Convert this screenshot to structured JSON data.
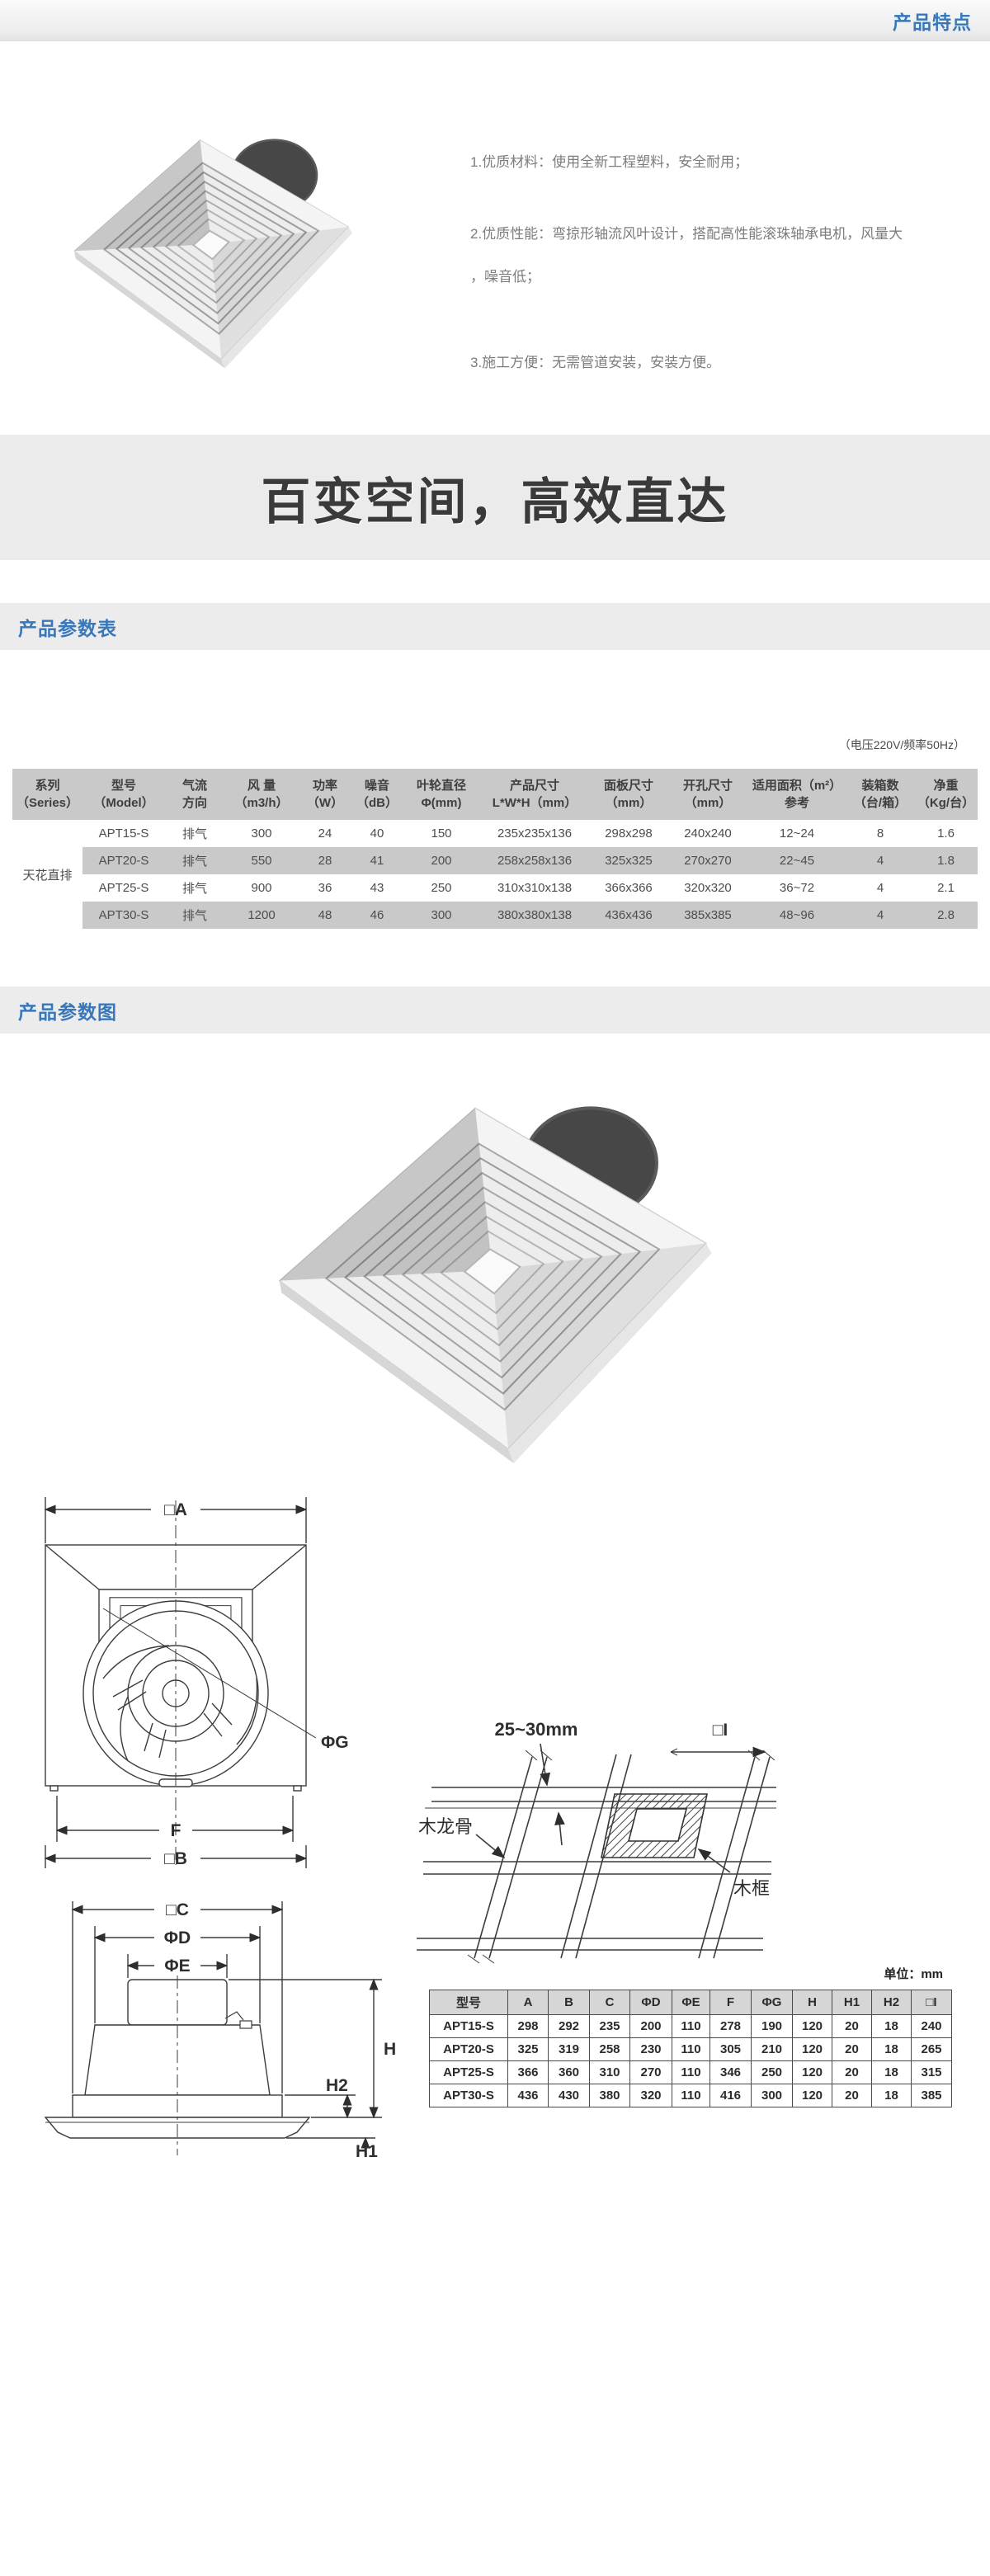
{
  "header": {
    "badge": "产品特点",
    "accent_color": "#3878ba"
  },
  "features": {
    "items": [
      "1.优质材料：使用全新工程塑料，安全耐用；",
      "2.优质性能：弯掠形轴流风叶设计，搭配高性能滚珠轴承电机，风量大\n，噪音低；",
      "3.施工方便：无需管道安装，安装方便。"
    ]
  },
  "banner": {
    "title": "百变空间，高效直达"
  },
  "sections": {
    "spec_table_title": "产品参数表",
    "diagram_title": "产品参数图"
  },
  "spec_note": "（电压220V/频率50Hz）",
  "spec_table": {
    "headers": [
      "系列\n（Series）",
      "型号\n（Model）",
      "气流\n方向",
      "风 量\n（m3/h）",
      "功率\n（W）",
      "噪音\n（dB）",
      "叶轮直径\nΦ(mm)",
      "产品尺寸\nL*W*H（mm）",
      "面板尺寸\n（mm）",
      "开孔尺寸\n（mm）",
      "适用面积（m²）\n参考",
      "装箱数\n（台/箱）",
      "净重\n（Kg/台）"
    ],
    "series_label": "天花直排",
    "rows": [
      {
        "values": [
          "APT15-S",
          "排气",
          "300",
          "24",
          "40",
          "150",
          "235x235x136",
          "298x298",
          "240x240",
          "12~24",
          "8",
          "1.6"
        ]
      },
      {
        "values": [
          "APT20-S",
          "排气",
          "550",
          "28",
          "41",
          "200",
          "258x258x136",
          "325x325",
          "270x270",
          "22~45",
          "4",
          "1.8"
        ]
      },
      {
        "values": [
          "APT25-S",
          "排气",
          "900",
          "36",
          "43",
          "250",
          "310x310x138",
          "366x366",
          "320x320",
          "36~72",
          "4",
          "2.1"
        ]
      },
      {
        "values": [
          "APT30-S",
          "排气",
          "1200",
          "48",
          "46",
          "300",
          "380x380x138",
          "436x436",
          "385x385",
          "48~96",
          "4",
          "2.8"
        ]
      }
    ]
  },
  "drawings": {
    "top_view": {
      "dim_a": "□A",
      "dim_g": "ΦG",
      "dim_f": "F",
      "dim_b": "□B"
    },
    "side_view": {
      "dim_c": "□C",
      "dim_d": "ΦD",
      "dim_e": "ΦE",
      "dim_h": "H",
      "dim_h1": "H1",
      "dim_h2": "H2"
    },
    "install": {
      "gap": "25~30mm",
      "dim_i": "□I",
      "joist": "木龙骨",
      "frame": "木框"
    }
  },
  "unit_note": "单位：mm",
  "dim_table": {
    "headers": [
      "型号",
      "A",
      "B",
      "C",
      "ΦD",
      "ΦE",
      "F",
      "ΦG",
      "H",
      "H1",
      "H2",
      "□I"
    ],
    "rows": [
      {
        "values": [
          "APT15-S",
          "298",
          "292",
          "235",
          "200",
          "110",
          "278",
          "190",
          "120",
          "20",
          "18",
          "240"
        ]
      },
      {
        "values": [
          "APT20-S",
          "325",
          "319",
          "258",
          "230",
          "110",
          "305",
          "210",
          "120",
          "20",
          "18",
          "265"
        ]
      },
      {
        "values": [
          "APT25-S",
          "366",
          "360",
          "310",
          "270",
          "110",
          "346",
          "250",
          "120",
          "20",
          "18",
          "315"
        ]
      },
      {
        "values": [
          "APT30-S",
          "436",
          "430",
          "380",
          "320",
          "110",
          "416",
          "300",
          "120",
          "20",
          "18",
          "385"
        ]
      }
    ]
  }
}
